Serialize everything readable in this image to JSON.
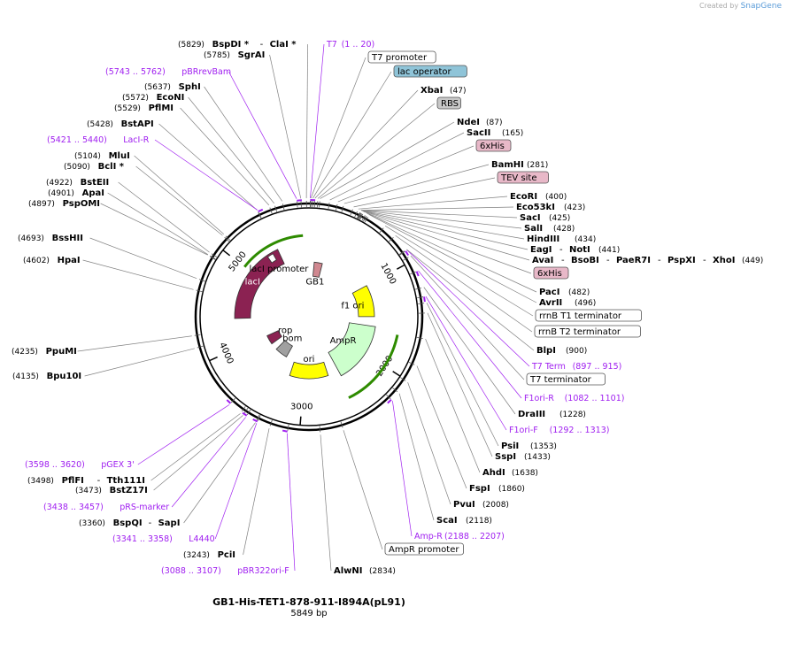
{
  "branding": {
    "created_by": "Created by",
    "app": "SnapGene"
  },
  "plasmid": {
    "name": "GB1-His-TET1-878-911-I894A(pL91)",
    "length": "5849 bp"
  },
  "colors": {
    "primer": "#a020f0",
    "line": "#808080",
    "backbone": "#000000",
    "lacI": "#8b2252",
    "yellow": "#ffff00",
    "ampr": "#ccffcc",
    "green_arrow": "#008000"
  },
  "ticks": [
    {
      "label": "1000",
      "pos": 1000
    },
    {
      "label": "2000",
      "pos": 2000
    },
    {
      "label": "3000",
      "pos": 3000
    },
    {
      "label": "4000",
      "pos": 4000
    },
    {
      "label": "5000",
      "pos": 5000
    }
  ],
  "labels": [
    {
      "id": "bspdi",
      "parts": [
        [
          "pos",
          "(5829)"
        ],
        [
          "nm",
          "BspDI *"
        ],
        [
          "sep",
          "-"
        ],
        [
          "nm",
          "ClaI *"
        ]
      ],
      "anchor": 5829
    },
    {
      "id": "sgrai",
      "parts": [
        [
          "pos",
          "(5785)"
        ],
        [
          "nm",
          "SgrAI"
        ]
      ],
      "anchor": 5785
    },
    {
      "id": "pbrrevbam",
      "parts": [
        [
          "pr",
          "(5743 .. 5762)"
        ],
        [
          "pr",
          "pBRrevBam"
        ]
      ],
      "anchor": 5752,
      "primer": true
    },
    {
      "id": "sphi",
      "parts": [
        [
          "pos",
          "(5637)"
        ],
        [
          "nm",
          "SphI"
        ]
      ],
      "anchor": 5637
    },
    {
      "id": "econi",
      "parts": [
        [
          "pos",
          "(5572)"
        ],
        [
          "nm",
          "EcoNI"
        ]
      ],
      "anchor": 5572
    },
    {
      "id": "pflmi",
      "parts": [
        [
          "pos",
          "(5529)"
        ],
        [
          "nm",
          "PflMI"
        ]
      ],
      "anchor": 5529
    },
    {
      "id": "bstapi",
      "parts": [
        [
          "pos",
          "(5428)"
        ],
        [
          "nm",
          "BstAPI"
        ]
      ],
      "anchor": 5428
    },
    {
      "id": "laci_r",
      "parts": [
        [
          "pr",
          "(5421 .. 5440)"
        ],
        [
          "pr",
          "LacI-R"
        ]
      ],
      "anchor": 5430,
      "primer": true
    },
    {
      "id": "mlui",
      "parts": [
        [
          "pos",
          "(5104)"
        ],
        [
          "nm",
          "MluI"
        ]
      ],
      "anchor": 5104
    },
    {
      "id": "bcli",
      "parts": [
        [
          "pos",
          "(5090)"
        ],
        [
          "nm",
          "BclI *"
        ]
      ],
      "anchor": 5090
    },
    {
      "id": "bsteii",
      "parts": [
        [
          "pos",
          "(4922)"
        ],
        [
          "nm",
          "BstEII"
        ]
      ],
      "anchor": 4922
    },
    {
      "id": "apai",
      "parts": [
        [
          "pos",
          "(4901)"
        ],
        [
          "nm",
          "ApaI"
        ]
      ],
      "anchor": 4901
    },
    {
      "id": "pspomi",
      "parts": [
        [
          "pos",
          "(4897)"
        ],
        [
          "nm",
          "PspOMI"
        ]
      ],
      "anchor": 4897
    },
    {
      "id": "bsshii",
      "parts": [
        [
          "pos",
          "(4693)"
        ],
        [
          "nm",
          "BssHII"
        ]
      ],
      "anchor": 4693
    },
    {
      "id": "hpai",
      "parts": [
        [
          "pos",
          "(4602)"
        ],
        [
          "nm",
          "HpaI"
        ]
      ],
      "anchor": 4602
    },
    {
      "id": "ppumi",
      "parts": [
        [
          "pos",
          "(4235)"
        ],
        [
          "nm",
          "PpuMI"
        ]
      ],
      "anchor": 4235
    },
    {
      "id": "bpu10i",
      "parts": [
        [
          "pos",
          "(4135)"
        ],
        [
          "nm",
          "Bpu10I"
        ]
      ],
      "anchor": 4135
    },
    {
      "id": "pgex3",
      "parts": [
        [
          "pr",
          "(3598 .. 3620)"
        ],
        [
          "pr",
          "pGEX 3'"
        ]
      ],
      "anchor": 3609,
      "primer": true
    },
    {
      "id": "pflfi",
      "parts": [
        [
          "pos",
          "(3498)"
        ],
        [
          "nm",
          "PflFI"
        ],
        [
          "sep",
          "-"
        ],
        [
          "nm",
          "Tth111I"
        ]
      ],
      "anchor": 3498
    },
    {
      "id": "bstz17i",
      "parts": [
        [
          "pos",
          "(3473)"
        ],
        [
          "nm",
          "BstZ17I"
        ]
      ],
      "anchor": 3473
    },
    {
      "id": "prsmarker",
      "parts": [
        [
          "pr",
          "(3438 .. 3457)"
        ],
        [
          "pr",
          "pRS-marker"
        ]
      ],
      "anchor": 3447,
      "primer": true
    },
    {
      "id": "bspqi",
      "parts": [
        [
          "pos",
          "(3360)"
        ],
        [
          "nm",
          "BspQI"
        ],
        [
          "sep",
          "-"
        ],
        [
          "nm",
          "SapI"
        ]
      ],
      "anchor": 3360
    },
    {
      "id": "l4440",
      "parts": [
        [
          "pr",
          "(3341 .. 3358)"
        ],
        [
          "pr",
          "L4440"
        ]
      ],
      "anchor": 3350,
      "primer": true
    },
    {
      "id": "pcii",
      "parts": [
        [
          "pos",
          "(3243)"
        ],
        [
          "nm",
          "PciI"
        ]
      ],
      "anchor": 3243
    },
    {
      "id": "pbr322ori",
      "parts": [
        [
          "pr",
          "(3088 .. 3107)"
        ],
        [
          "pr",
          "pBR322ori-F"
        ]
      ],
      "anchor": 3097,
      "primer": true
    },
    {
      "id": "alwni",
      "parts": [
        [
          "nm",
          "AlwNI"
        ],
        [
          "pos",
          "(2834)"
        ]
      ],
      "anchor": 2834
    },
    {
      "id": "ampr_prom",
      "parts": [
        [
          "box",
          "AmpR promoter"
        ]
      ],
      "anchor": 2650
    },
    {
      "id": "amp_r",
      "parts": [
        [
          "pr",
          "Amp-R"
        ],
        [
          "pr",
          "(2188 .. 2207)"
        ]
      ],
      "anchor": 2197,
      "primer": true
    },
    {
      "id": "scai",
      "parts": [
        [
          "nm",
          "ScaI"
        ],
        [
          "pos",
          "(2118)"
        ]
      ],
      "anchor": 2118
    },
    {
      "id": "pvui",
      "parts": [
        [
          "nm",
          "PvuI"
        ],
        [
          "pos",
          "(2008)"
        ]
      ],
      "anchor": 2008
    },
    {
      "id": "fspi",
      "parts": [
        [
          "nm",
          "FspI"
        ],
        [
          "pos",
          "(1860)"
        ]
      ],
      "anchor": 1860
    },
    {
      "id": "ahdi",
      "parts": [
        [
          "nm",
          "AhdI"
        ],
        [
          "pos",
          "(1638)"
        ]
      ],
      "anchor": 1638
    },
    {
      "id": "sspi",
      "parts": [
        [
          "nm",
          "SspI"
        ],
        [
          "pos",
          "(1433)"
        ]
      ],
      "anchor": 1433
    },
    {
      "id": "psii",
      "parts": [
        [
          "nm",
          "PsiI"
        ],
        [
          "pos",
          "(1353)"
        ]
      ],
      "anchor": 1353
    },
    {
      "id": "f1ori_f",
      "parts": [
        [
          "pr",
          "F1ori-F"
        ],
        [
          "pr",
          "(1292 .. 1313)"
        ]
      ],
      "anchor": 1302,
      "primer": true
    },
    {
      "id": "draiii",
      "parts": [
        [
          "nm",
          "DraIII"
        ],
        [
          "pos",
          "(1228)"
        ]
      ],
      "anchor": 1228
    },
    {
      "id": "f1ori_r",
      "parts": [
        [
          "pr",
          "F1ori-R"
        ],
        [
          "pr",
          "(1082 .. 1101)"
        ]
      ],
      "anchor": 1091,
      "primer": true
    },
    {
      "id": "t7term_box",
      "parts": [
        [
          "box",
          "T7 terminator"
        ]
      ],
      "anchor": 960
    },
    {
      "id": "t7term",
      "parts": [
        [
          "pr",
          "T7 Term"
        ],
        [
          "pr",
          "(897 .. 915)"
        ]
      ],
      "anchor": 906,
      "primer": true
    },
    {
      "id": "blpi",
      "parts": [
        [
          "nm",
          "BlpI"
        ],
        [
          "pos",
          "(900)"
        ]
      ],
      "anchor": 900
    },
    {
      "id": "rrnbt2",
      "parts": [
        [
          "box",
          "rrnB T2 terminator"
        ]
      ],
      "anchor": 760
    },
    {
      "id": "rrnbt1",
      "parts": [
        [
          "box",
          "rrnB T1 terminator"
        ]
      ],
      "anchor": 650
    },
    {
      "id": "avrii",
      "parts": [
        [
          "nm",
          "AvrII"
        ],
        [
          "pos",
          "(496)"
        ]
      ],
      "anchor": 496
    },
    {
      "id": "paci",
      "parts": [
        [
          "nm",
          "PacI"
        ],
        [
          "pos",
          "(482)"
        ]
      ],
      "anchor": 482
    },
    {
      "id": "his2",
      "parts": [
        [
          "pink",
          "6xHis"
        ]
      ],
      "anchor": 470
    },
    {
      "id": "avai",
      "parts": [
        [
          "nm",
          "AvaI"
        ],
        [
          "sep",
          "-"
        ],
        [
          "nm",
          "BsoBI"
        ],
        [
          "sep",
          "-"
        ],
        [
          "nm",
          "PaeR7I"
        ],
        [
          "sep",
          "-"
        ],
        [
          "nm",
          "PspXI"
        ],
        [
          "sep",
          "-"
        ],
        [
          "nm",
          "XhoI"
        ],
        [
          "pos",
          "(449)"
        ]
      ],
      "anchor": 449
    },
    {
      "id": "eagi",
      "parts": [
        [
          "nm",
          "EagI"
        ],
        [
          "sep",
          "-"
        ],
        [
          "nm",
          "NotI"
        ],
        [
          "pos",
          "(441)"
        ]
      ],
      "anchor": 441
    },
    {
      "id": "hindiii",
      "parts": [
        [
          "nm",
          "HindIII"
        ],
        [
          "pos",
          "(434)"
        ]
      ],
      "anchor": 434
    },
    {
      "id": "sali",
      "parts": [
        [
          "nm",
          "SalI"
        ],
        [
          "pos",
          "(428)"
        ]
      ],
      "anchor": 428
    },
    {
      "id": "saci",
      "parts": [
        [
          "nm",
          "SacI"
        ],
        [
          "pos",
          "(425)"
        ]
      ],
      "anchor": 425
    },
    {
      "id": "eco53ki",
      "parts": [
        [
          "nm",
          "Eco53kI"
        ],
        [
          "pos",
          "(423)"
        ]
      ],
      "anchor": 423
    },
    {
      "id": "ecori",
      "parts": [
        [
          "nm",
          "EcoRI"
        ],
        [
          "pos",
          "(400)"
        ]
      ],
      "anchor": 400
    },
    {
      "id": "tev",
      "parts": [
        [
          "pink",
          "TEV site"
        ]
      ],
      "anchor": 360
    },
    {
      "id": "bamhi",
      "parts": [
        [
          "nm",
          "BamHI"
        ],
        [
          "pos",
          "(281)"
        ]
      ],
      "anchor": 281
    },
    {
      "id": "his1",
      "parts": [
        [
          "pink",
          "6xHis"
        ]
      ],
      "anchor": 230
    },
    {
      "id": "sacii",
      "parts": [
        [
          "nm",
          "SacII"
        ],
        [
          "pos",
          "(165)"
        ]
      ],
      "anchor": 165
    },
    {
      "id": "ndei",
      "parts": [
        [
          "nm",
          "NdeI"
        ],
        [
          "pos",
          "(87)"
        ]
      ],
      "anchor": 87
    },
    {
      "id": "rbs",
      "parts": [
        [
          "gray",
          "RBS"
        ]
      ],
      "anchor": 70
    },
    {
      "id": "xbai",
      "parts": [
        [
          "nm",
          "XbaI"
        ],
        [
          "pos",
          "(47)"
        ]
      ],
      "anchor": 47
    },
    {
      "id": "lacop",
      "parts": [
        [
          "blue",
          "lac operator"
        ]
      ],
      "anchor": 30
    },
    {
      "id": "t7prom",
      "parts": [
        [
          "box",
          "T7 promoter"
        ]
      ],
      "anchor": 15
    },
    {
      "id": "t7",
      "parts": [
        [
          "pr",
          "T7"
        ],
        [
          "pr",
          "(1 .. 20)"
        ]
      ],
      "anchor": 10,
      "primer": true
    }
  ],
  "features": [
    {
      "id": "laci",
      "label": "lacI",
      "start": 4365,
      "end": 5444,
      "dir": -1,
      "color": "#8b2252",
      "label_color": "#ffffff"
    },
    {
      "id": "laci_prom",
      "label": "lacI promoter",
      "start": 5288,
      "end": 5366,
      "dir": 1,
      "color": "#ffffff"
    },
    {
      "id": "gb1",
      "label": "GB1",
      "start": 90,
      "end": 230,
      "dir": 1,
      "color": "#d08890"
    },
    {
      "id": "f1ori",
      "label": "f1 ori",
      "start": 1000,
      "end": 1460,
      "dir": -1,
      "color": "#ffff00"
    },
    {
      "id": "ampr",
      "label": "AmpR",
      "start": 1600,
      "end": 2460,
      "dir": -1,
      "color": "#ccffcc"
    },
    {
      "id": "ori",
      "label": "ori",
      "start": 2630,
      "end": 3220,
      "dir": -1,
      "color": "#ffff00"
    },
    {
      "id": "bom",
      "label": "bom",
      "start": 3400,
      "end": 3660,
      "dir": -1,
      "color": "#a0a0a0"
    },
    {
      "id": "rop",
      "label": "rop",
      "start": 3800,
      "end": 3990,
      "dir": -1,
      "color": "#8b2252"
    }
  ]
}
